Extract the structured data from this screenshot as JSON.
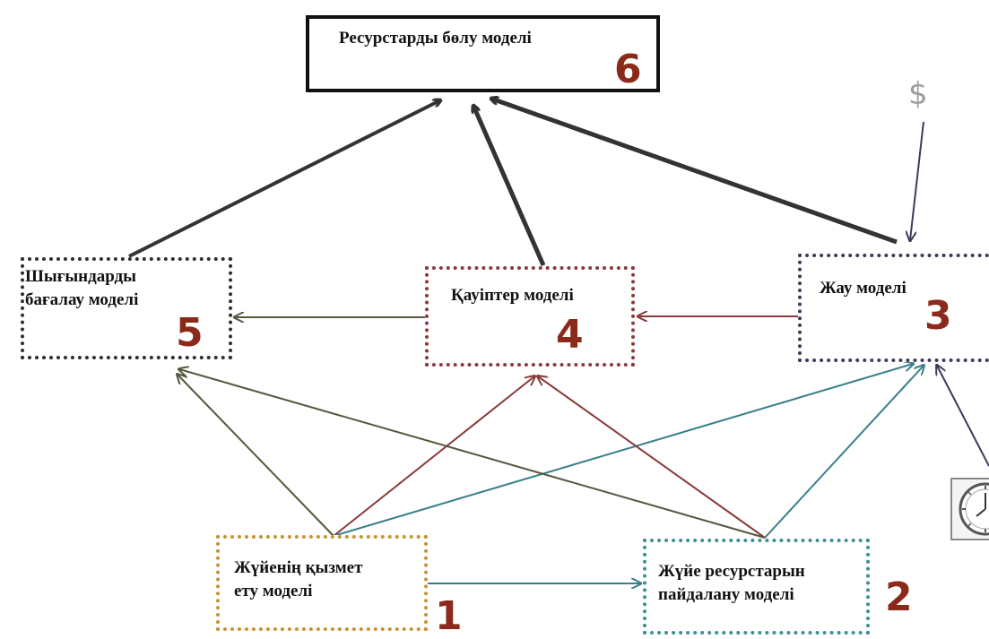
{
  "nodes": {
    "n6": {
      "label": "Ресурстарды бөлу моделі",
      "number": "6"
    },
    "n5": {
      "label": "Шығындарды\nбағалау моделі",
      "number": "5"
    },
    "n4": {
      "label": "Қауіптер моделі",
      "number": "4"
    },
    "n3": {
      "label": "Жау моделі",
      "number": "3"
    },
    "n1": {
      "label": "Жүйенің қызмет\nету моделі",
      "number": "1"
    },
    "n2": {
      "label": "Жүйе ресурстарын\nпайдалану моделі",
      "number": "2"
    }
  },
  "symbols": {
    "dollar": "$",
    "clock_icon": "clock-icon"
  },
  "colors": {
    "number": "#8b2a1a",
    "black_arrow": "#333333",
    "olive_arrow": "#55583f",
    "red_arrow": "#8a3a3a",
    "teal_arrow": "#3a7f8c",
    "navy_arrow": "#3b3b5e"
  }
}
